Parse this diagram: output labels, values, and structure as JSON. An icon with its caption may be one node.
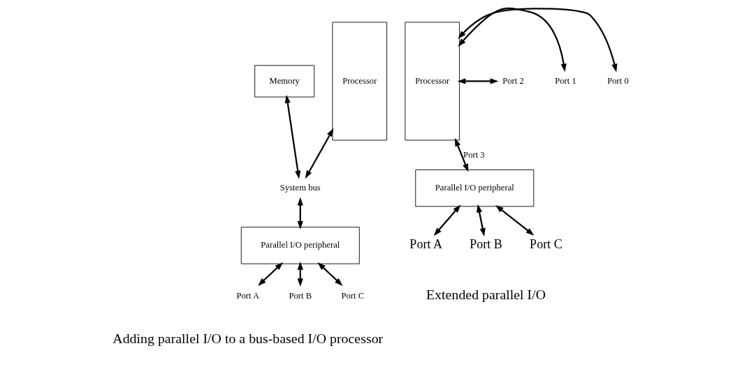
{
  "diagram": {
    "nodes": [
      {
        "text": [
          "Processor"
        ]
      },
      {
        "text": [
          "Memory"
        ]
      },
      {
        "text": [
          "System bus"
        ]
      },
      {
        "text": [
          "Parallel I/O peripheral"
        ]
      },
      {
        "text": [
          "Port A"
        ]
      },
      {
        "text": [
          "Port B"
        ]
      },
      {
        "text": [
          "Port C"
        ]
      },
      {
        "text": [
          "Processor"
        ]
      },
      {
        "text": [
          "Port 0"
        ]
      },
      {
        "text": [
          "Port 1"
        ]
      },
      {
        "text": [
          "Port 2"
        ]
      },
      {
        "text": [
          "Parallel I/O peripheral"
        ]
      },
      {
        "text": [
          "Port A"
        ]
      },
      {
        "text": [
          "Port B"
        ]
      },
      {
        "text": [
          "Port C"
        ]
      }
    ],
    "edges": [
      {
        "from": 0,
        "to": 2,
        "arrow": "both"
      },
      {
        "from": 1,
        "to": 2,
        "arrow": "both"
      },
      {
        "from": 2,
        "to": 3,
        "arrow": "both"
      },
      {
        "from": 3,
        "to": 4,
        "arrow": "both"
      },
      {
        "from": 3,
        "to": 5,
        "arrow": "both"
      },
      {
        "from": 3,
        "to": 6,
        "arrow": "both"
      },
      {
        "from": 7,
        "to": 8,
        "arrow": "both"
      },
      {
        "from": 7,
        "to": 9,
        "arrow": "both"
      },
      {
        "from": 7,
        "to": 10,
        "arrow": "both"
      },
      {
        "from": 7,
        "to": 11,
        "label": "Port 3",
        "arrow": "both"
      },
      {
        "from": 11,
        "to": 12,
        "arrow": "both"
      },
      {
        "from": 11,
        "to": 13,
        "arrow": "both"
      },
      {
        "from": 11,
        "to": 14,
        "arrow": "both"
      }
    ],
    "labels": [
      "Adding parallel I/O to a bus-based I/O processor",
      "Extended parallel I/O"
    ]
  }
}
